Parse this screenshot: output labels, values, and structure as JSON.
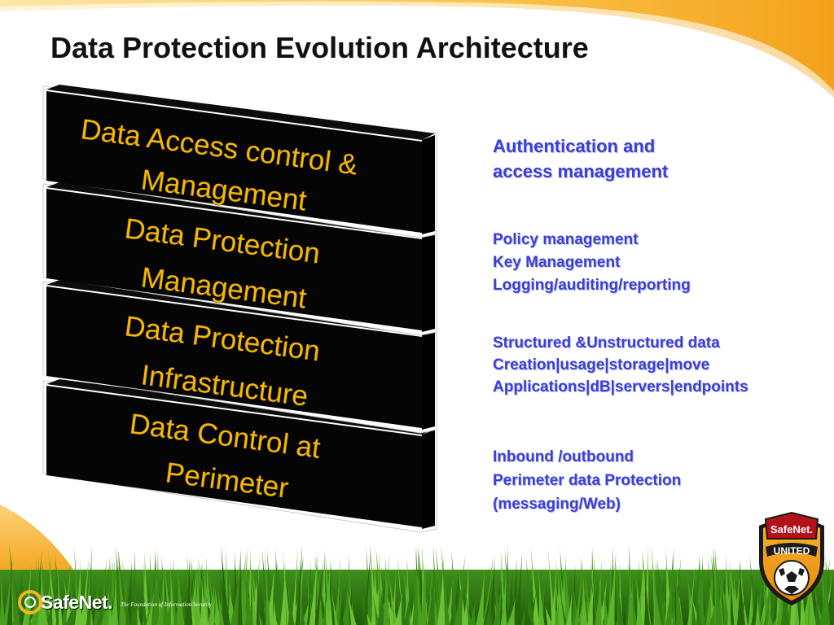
{
  "slide": {
    "title": "Data Protection Evolution Architecture"
  },
  "layers": [
    {
      "lines": [
        "Data Access control &",
        "Management"
      ]
    },
    {
      "lines": [
        "Data Protection",
        "Management"
      ]
    },
    {
      "lines": [
        "Data Protection",
        "Infrastructure"
      ]
    },
    {
      "lines": [
        "Data Control at",
        "Perimeter"
      ]
    }
  ],
  "descriptions": [
    {
      "lines": [
        "Authentication and",
        "access management"
      ]
    },
    {
      "lines": [
        "Policy management",
        "Key Management",
        "Logging/auditing/reporting"
      ]
    },
    {
      "lines": [
        "Structured &Unstructured data",
        "Creation|usage|storage|move",
        "Applications|dB|servers|endpoints"
      ]
    },
    {
      "lines": [
        "Inbound /outbound",
        "Perimeter data Protection",
        "(messaging/Web)"
      ]
    }
  ],
  "footer": {
    "logo_text": "SafeNet.",
    "tagline": "The Foundation of Information Security"
  },
  "badge": {
    "brand": "SafeNet.",
    "word": "UNITED"
  },
  "colors": {
    "accent": "#f8b41c",
    "layer_fill": "#050505",
    "layer_text": "#f5b800",
    "description_text": "#3b3fd6",
    "title_text": "#111111"
  },
  "icons": {
    "logo": "safenet-ring-icon",
    "badge": "soccer-ball-icon"
  }
}
